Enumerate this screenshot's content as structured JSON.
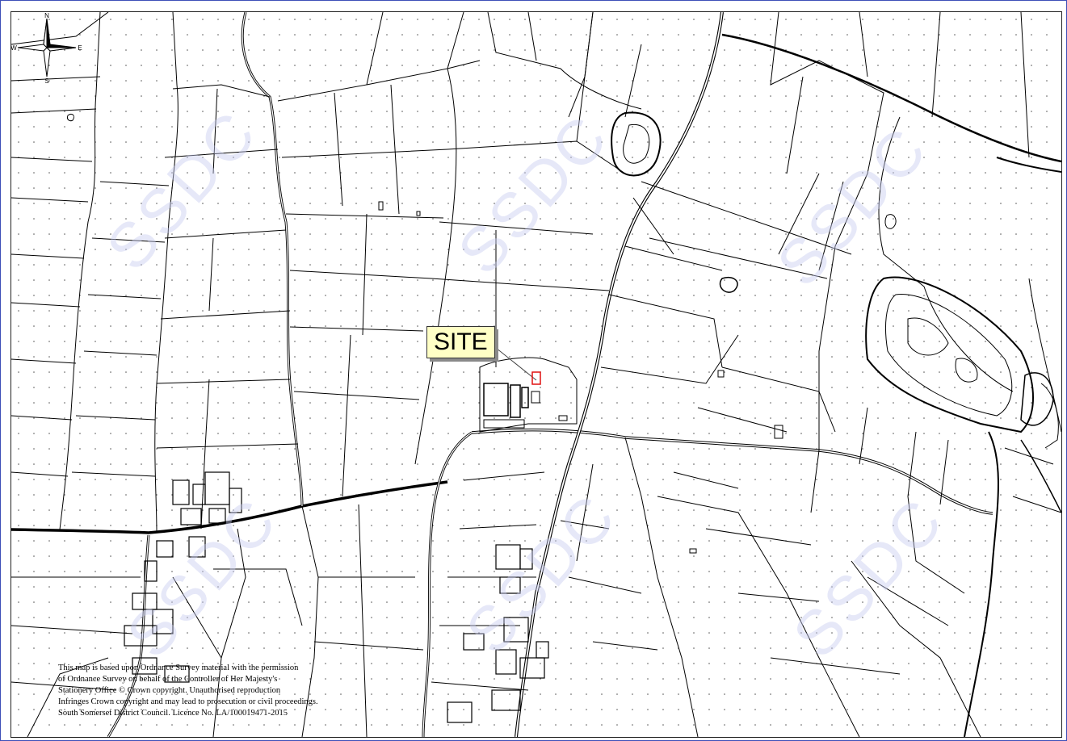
{
  "map": {
    "site_label": "SITE",
    "watermark": "SSDC",
    "copyright_lines": [
      "This map is based upon Ordnance Survey material with the permission",
      "of Ordnance Survey on behalf of the Controller of Her Majesty's",
      "Stationery Office © Crown copyright. Unauthorised reproduction",
      "Infringes Crown copyright and may lead to prosecution or civil proceedings.",
      "South Somerset District Council. Licence No. LA/100019471-2015"
    ],
    "compass": {
      "n": "N",
      "s": "S",
      "e": "E",
      "w": "W"
    },
    "colors": {
      "site_marker": "#e01010",
      "label_bg": "#ffffc6",
      "frame": "#3d4fb8",
      "watermark": "#c8cdf0"
    }
  }
}
